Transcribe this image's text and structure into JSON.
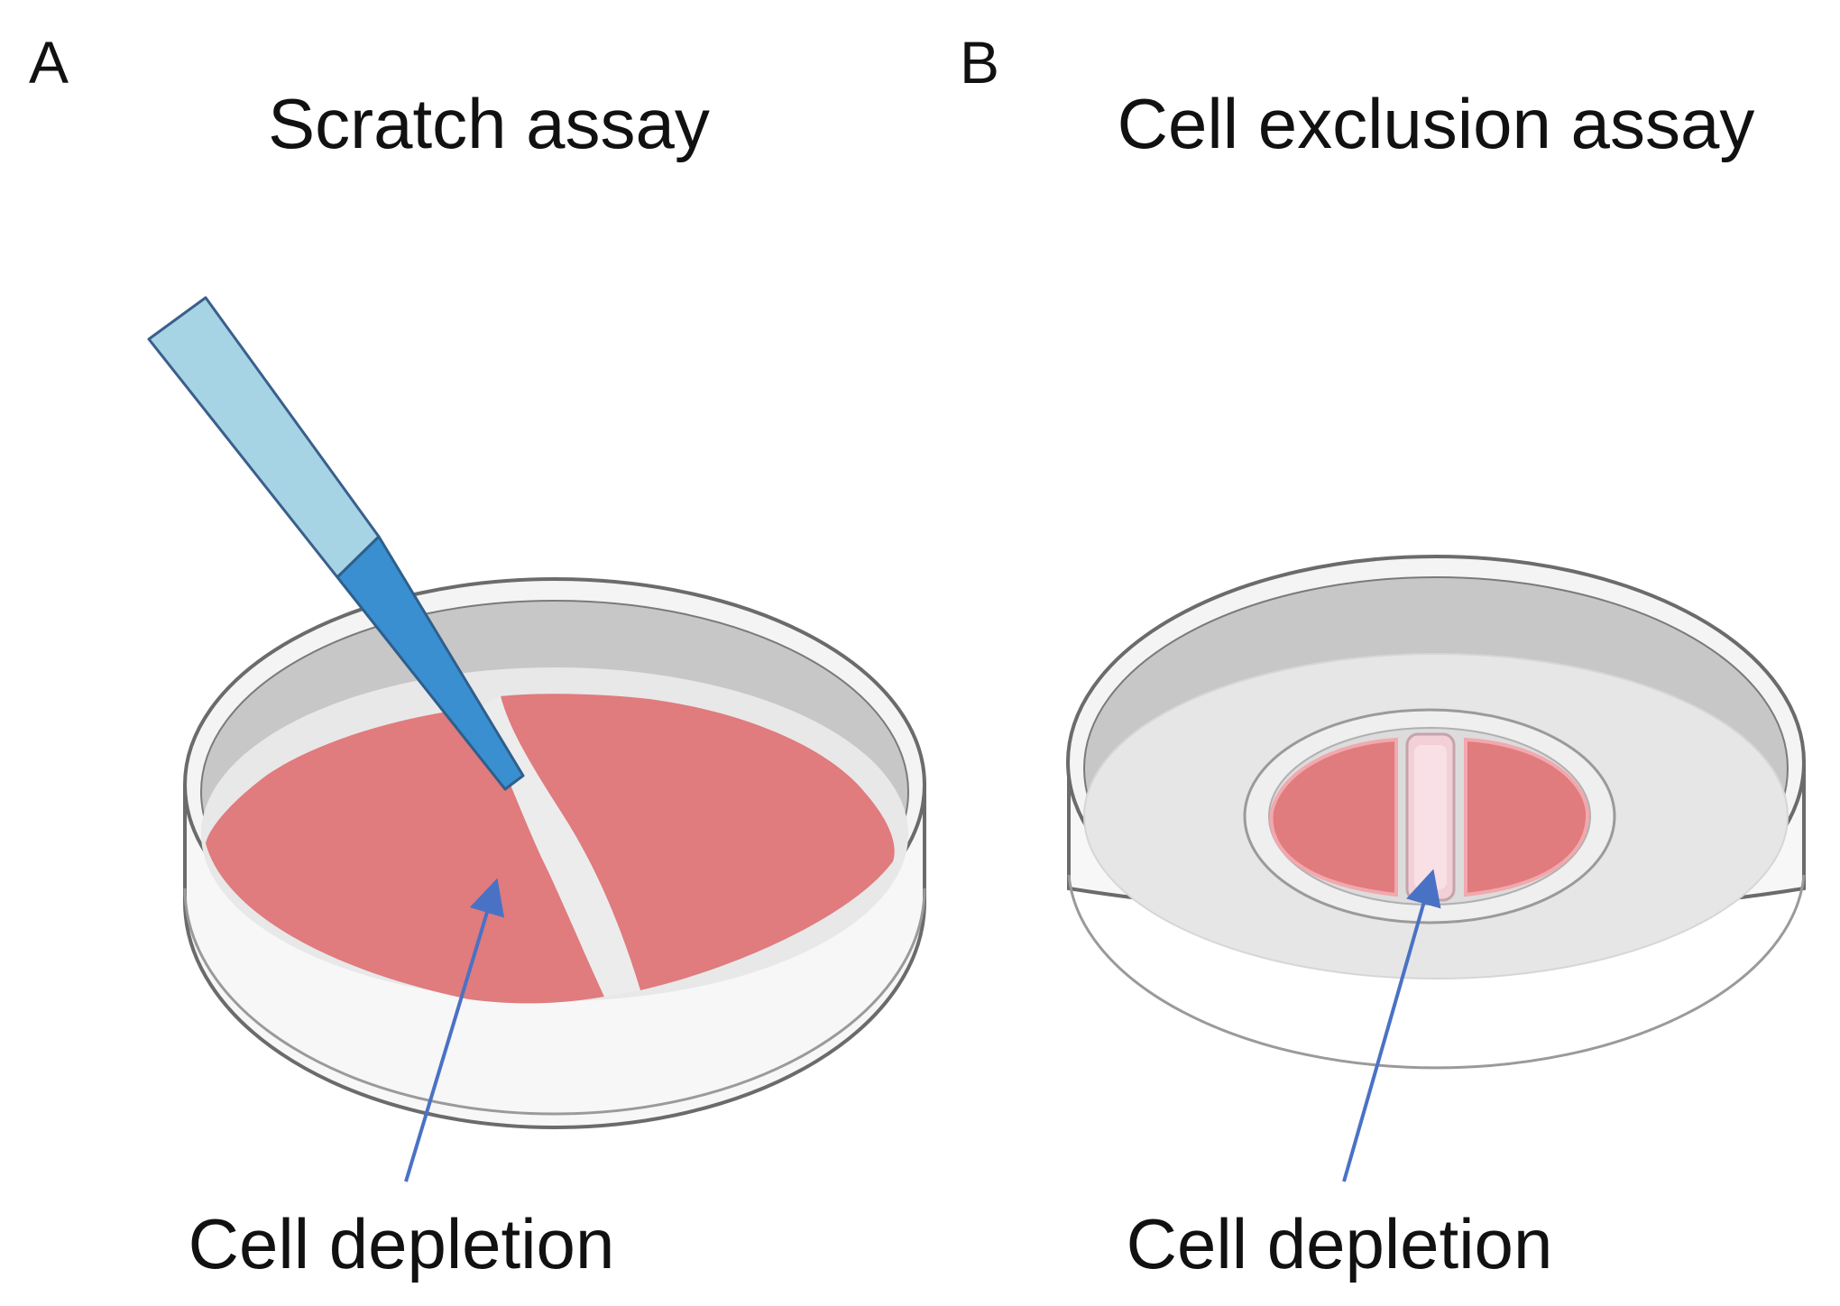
{
  "panel_a": {
    "letter": "A",
    "title": "Scratch assay",
    "callout": "Cell depletion"
  },
  "panel_b": {
    "letter": "B",
    "title": "Cell exclusion assay",
    "callout": "Cell depletion"
  },
  "colors": {
    "cell_layer": "#e07b7e",
    "dish_rim": "#6b6b6b",
    "dish_inner_wall": "#c7c7c7",
    "dish_body": "#f7f7f7",
    "dish_floor": "#e6e6e6",
    "pipette_tip_light": "#a6d4e4",
    "pipette_tip_dark": "#3a8fd0",
    "arrow": "#4a72c4",
    "insert_gap": "#f3d0d8"
  }
}
